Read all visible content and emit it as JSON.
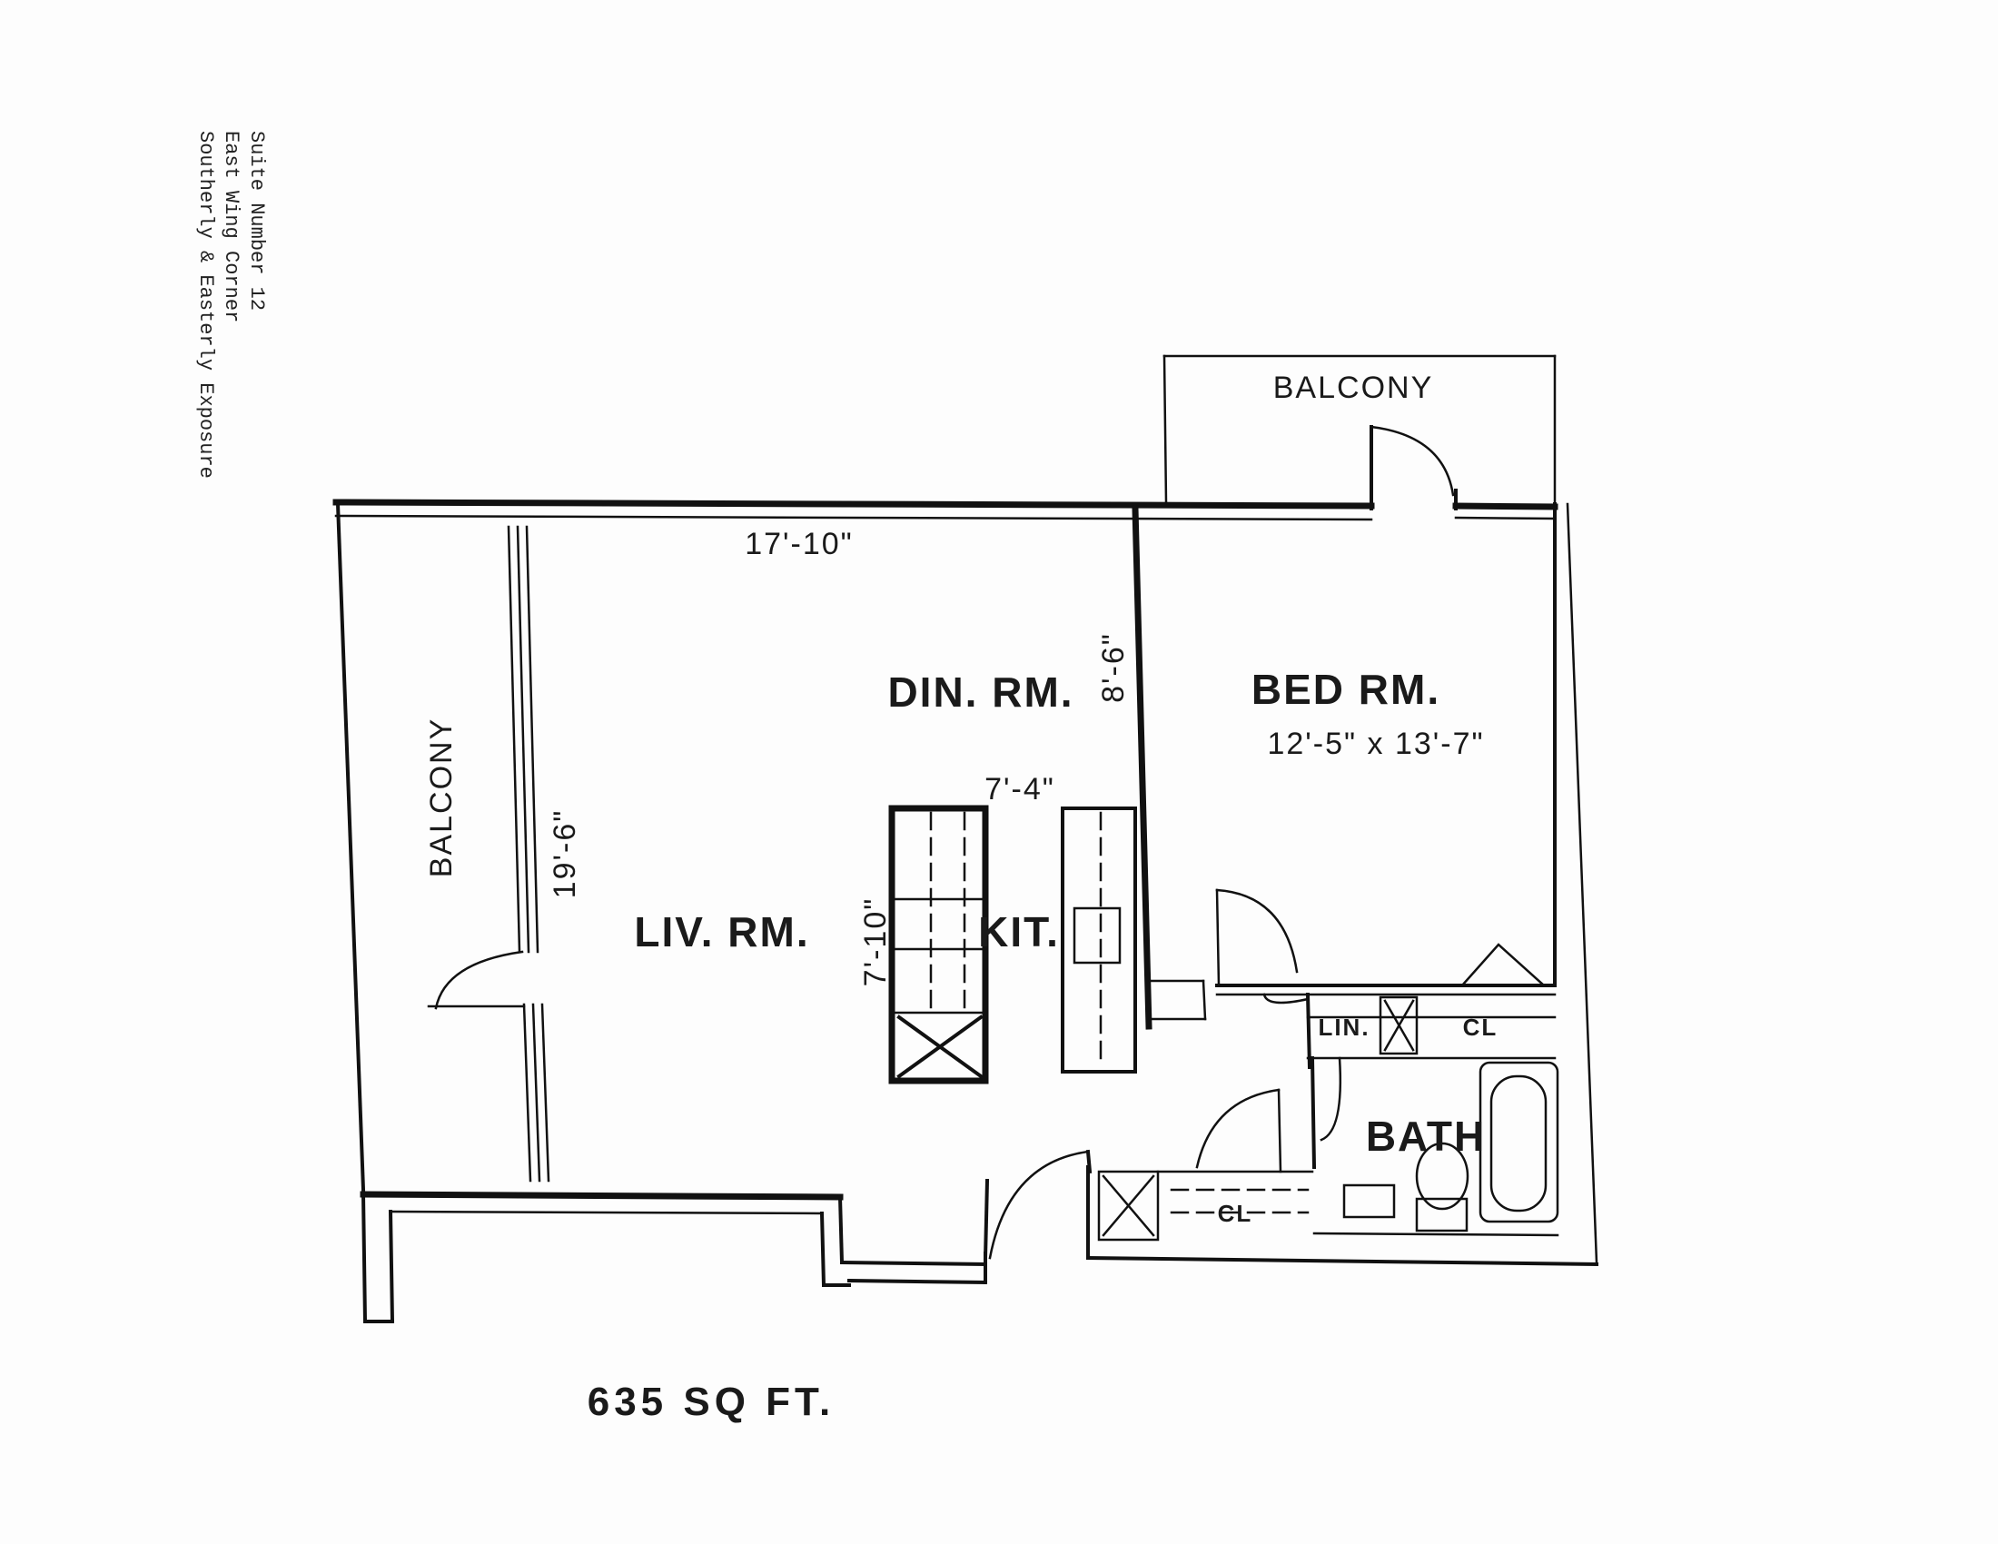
{
  "notes": {
    "suite": "Suite Number 12",
    "wing": "East Wing Corner",
    "exposure": "Southerly & Easterly Exposure"
  },
  "plan": {
    "balcony_top": "BALCONY",
    "balcony_left": "BALCONY",
    "width_dim": "17'-10\"",
    "dining": "DIN. RM.",
    "dining_dim": "8'-6\"",
    "bedroom": "BED RM.",
    "bedroom_dim": "12'-5\" x 13'-7\"",
    "kitchen_width": "7'-4\"",
    "living_dim": "19'-6\"",
    "living": "LIV. RM.",
    "kitchen": "KIT.",
    "kitchen_dim": "7'-10\"",
    "linen": "LIN.",
    "closet": "CL",
    "closet_bath": "CL",
    "bath": "BATH",
    "area": "635 SQ FT."
  }
}
